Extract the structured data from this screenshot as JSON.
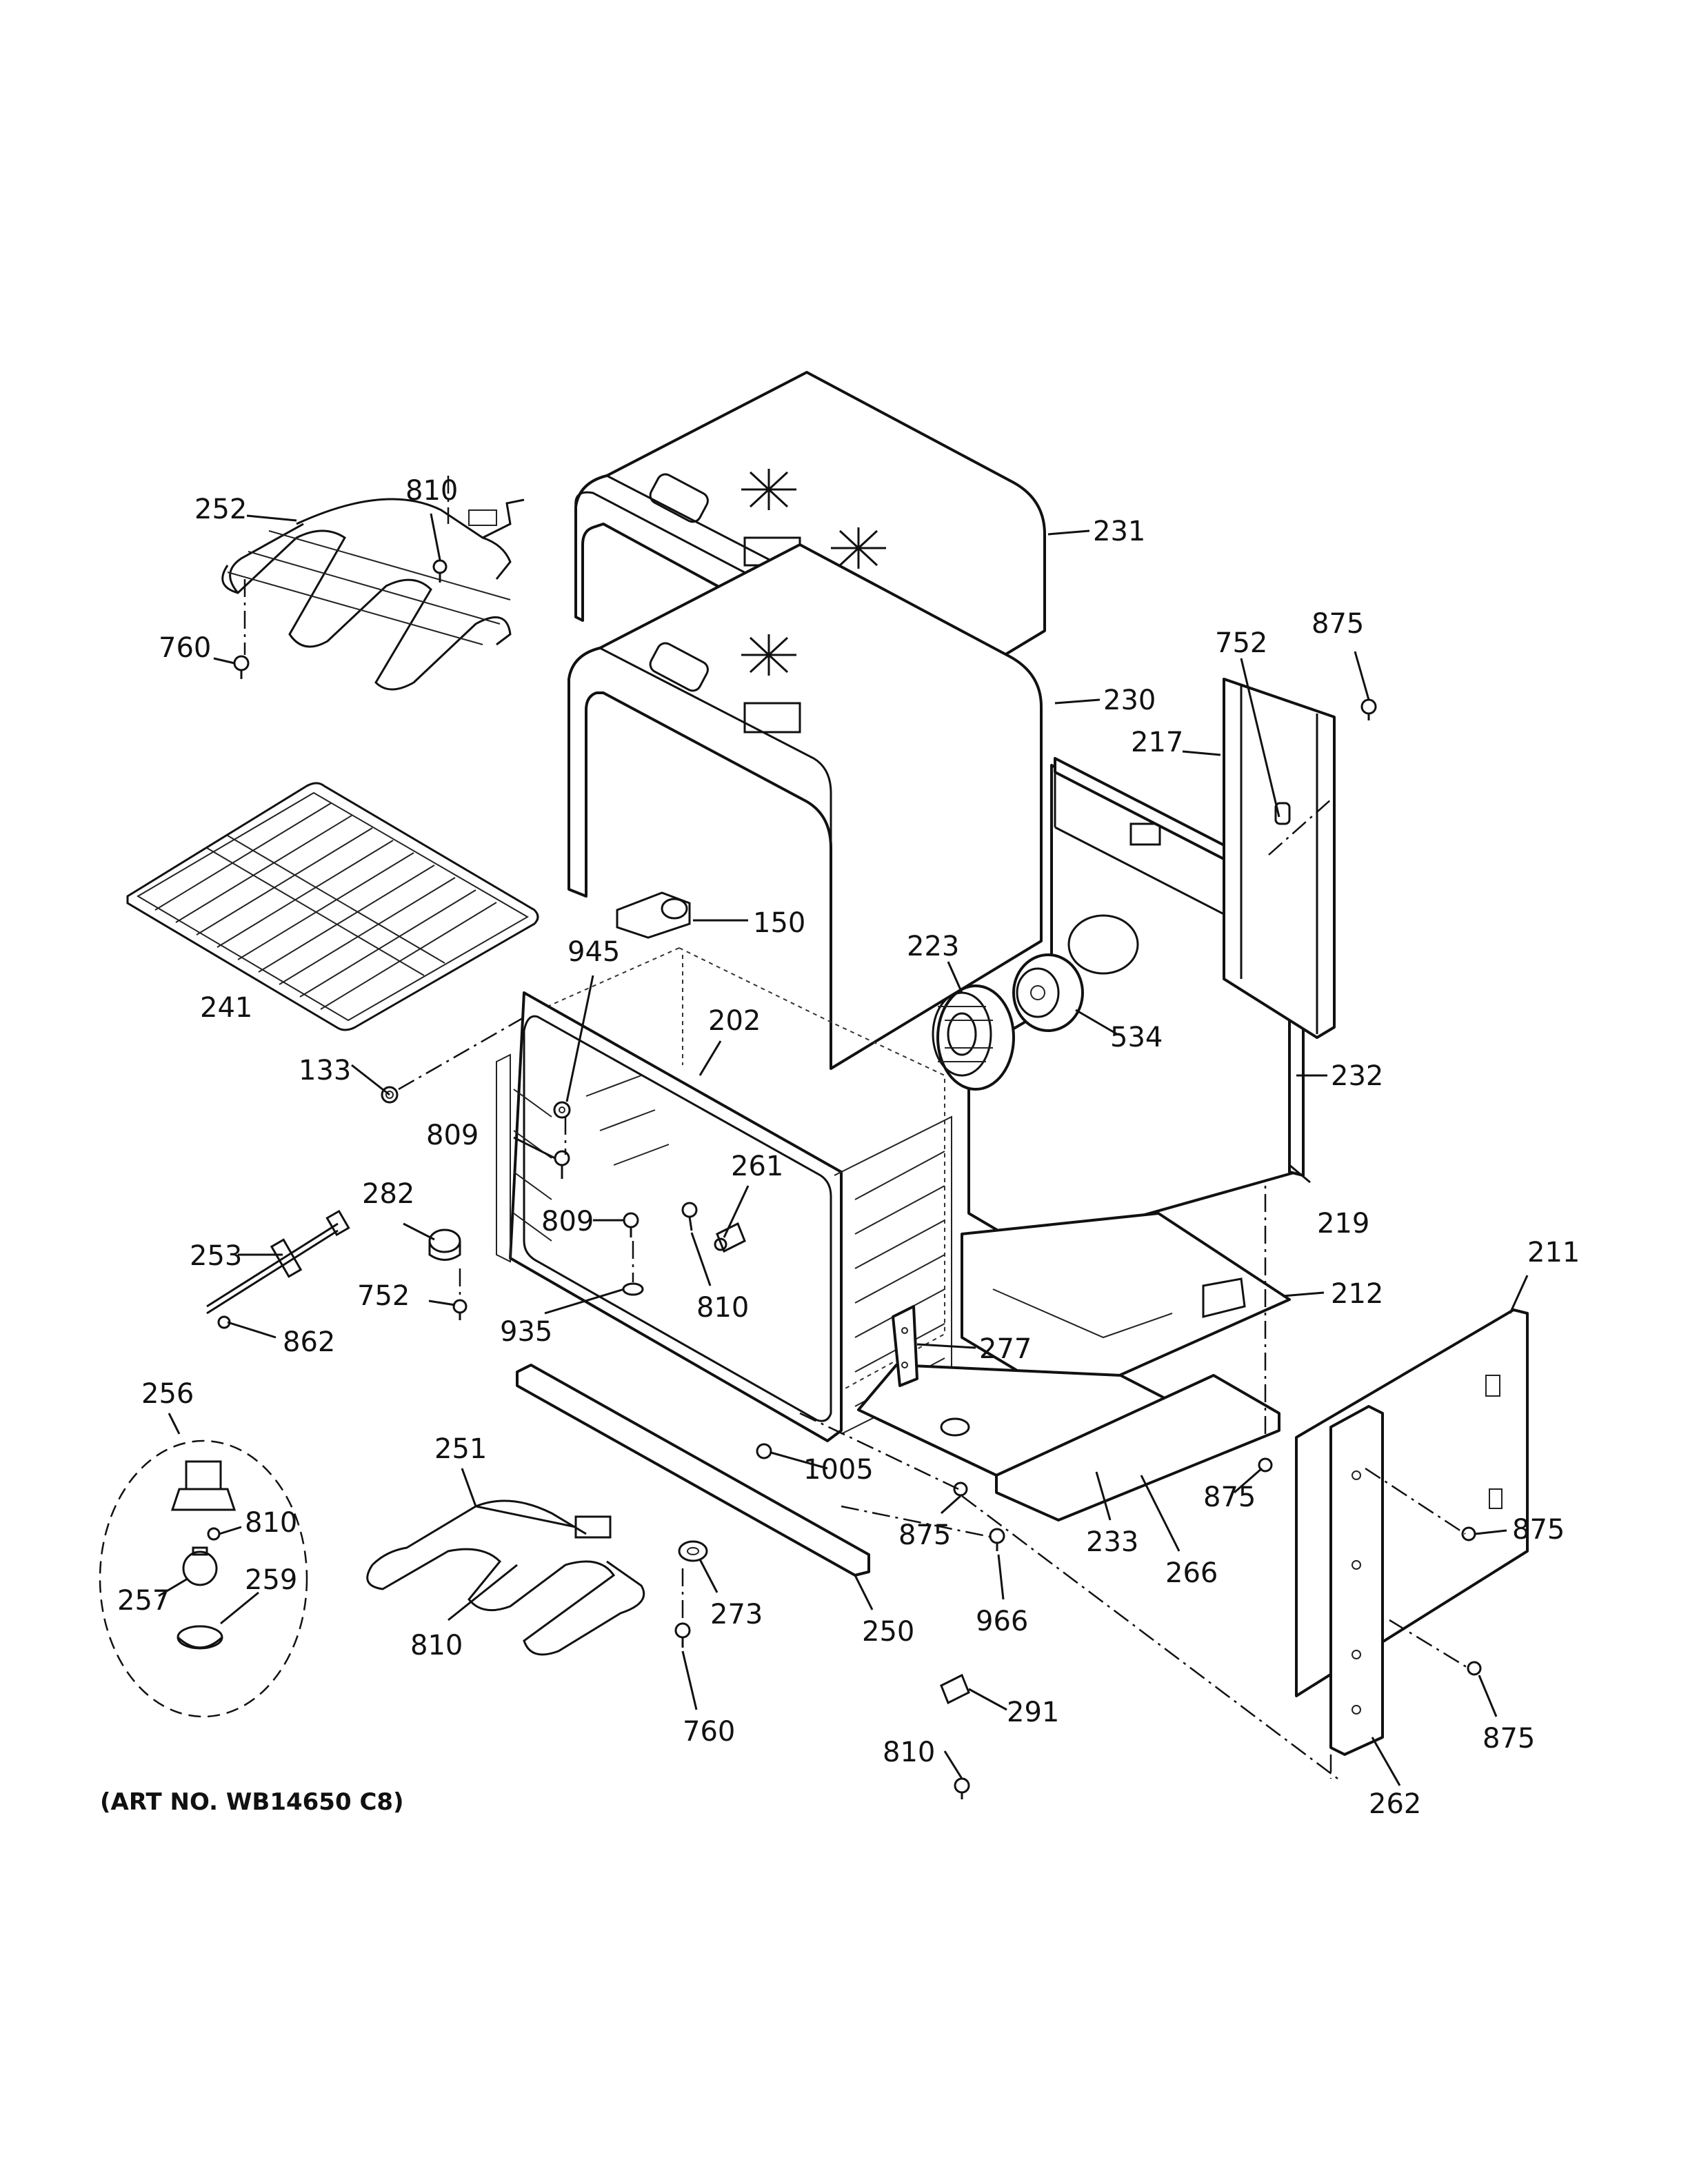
{
  "art_number": "(ART NO. WB14650 C8)",
  "callouts": {
    "c252": "252",
    "c810_top": "810",
    "c760_top": "760",
    "c241": "241",
    "c133": "133",
    "c231": "231",
    "c230": "230",
    "c752_top": "752",
    "c875_top": "875",
    "c217": "217",
    "c150": "150",
    "c945": "945",
    "c202": "202",
    "c223": "223",
    "c534": "534",
    "c232": "232",
    "c809_a": "809",
    "c282": "282",
    "c261": "261",
    "c809_b": "809",
    "c253": "253",
    "c219": "219",
    "c752_mid": "752",
    "c810_mid": "810",
    "c935": "935",
    "c862": "862",
    "c211": "211",
    "c212": "212",
    "c277": "277",
    "c256": "256",
    "c251": "251",
    "c1005": "1005",
    "c810_bulb": "810",
    "c257": "257",
    "c259": "259",
    "c875_rail": "875",
    "c875_pan": "875",
    "c875_side": "875",
    "c233": "233",
    "c266": "266",
    "c273": "273",
    "c250": "250",
    "c966": "966",
    "c810_el": "810",
    "c760_bot": "760",
    "c291": "291",
    "c810_bot": "810",
    "c875_bot": "875",
    "c262": "262"
  }
}
